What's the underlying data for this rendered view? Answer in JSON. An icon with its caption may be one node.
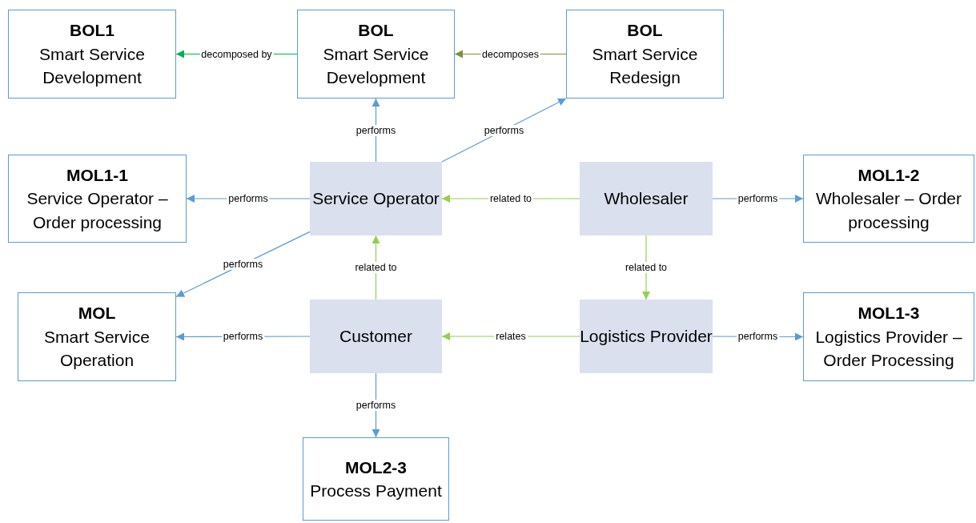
{
  "diagram": {
    "nodes": [
      {
        "text": [
          "BOL1",
          "Smart Service Development"
        ]
      },
      {
        "text": [
          "BOL",
          "Smart Service Development"
        ]
      },
      {
        "text": [
          "BOL",
          "Smart Service Redesign"
        ]
      },
      {
        "text": [
          "MOL1-1",
          "Service Operator – Order processing"
        ]
      },
      {
        "text": [
          "Service Operator"
        ]
      },
      {
        "text": [
          "Wholesaler"
        ]
      },
      {
        "text": [
          "MOL1-2",
          "Wholesaler – Order processing"
        ]
      },
      {
        "text": [
          "MOL",
          "Smart Service Operation"
        ]
      },
      {
        "text": [
          "Customer"
        ]
      },
      {
        "text": [
          "Logistics Provider"
        ]
      },
      {
        "text": [
          "MOL1-3",
          "Logistics Provider – Order Processing"
        ]
      },
      {
        "text": [
          "MOL2-3",
          "Process Payment"
        ]
      }
    ],
    "edges": [
      {
        "from": 1,
        "to": 0,
        "arrow": "to",
        "label": "decomposed by",
        "color": "#00b050"
      },
      {
        "from": 2,
        "to": 1,
        "arrow": "to",
        "label": "decomposes",
        "color": "#77933c"
      },
      {
        "from": 4,
        "to": 1,
        "arrow": "to",
        "label": "performs"
      },
      {
        "from": 4,
        "to": 2,
        "arrow": "to",
        "label": "performs"
      },
      {
        "from": 4,
        "to": 3,
        "arrow": "to",
        "label": "performs"
      },
      {
        "from": 5,
        "to": 4,
        "arrow": "to",
        "label": "related to",
        "color": "#92d050"
      },
      {
        "from": 5,
        "to": 6,
        "arrow": "to",
        "label": "performs"
      },
      {
        "from": 4,
        "to": 7,
        "arrow": "to",
        "label": "performs"
      },
      {
        "from": 8,
        "to": 4,
        "arrow": "to",
        "label": "related to",
        "color": "#92d050"
      },
      {
        "from": 5,
        "to": 9,
        "arrow": "to",
        "label": "related to",
        "color": "#92d050"
      },
      {
        "from": 8,
        "to": 7,
        "arrow": "to",
        "label": "performs"
      },
      {
        "from": 9,
        "to": 8,
        "arrow": "to",
        "label": "relates",
        "color": "#92d050"
      },
      {
        "from": 9,
        "to": 10,
        "arrow": "to",
        "label": "performs"
      },
      {
        "from": 8,
        "to": 11,
        "arrow": "to",
        "label": "performs"
      }
    ]
  }
}
